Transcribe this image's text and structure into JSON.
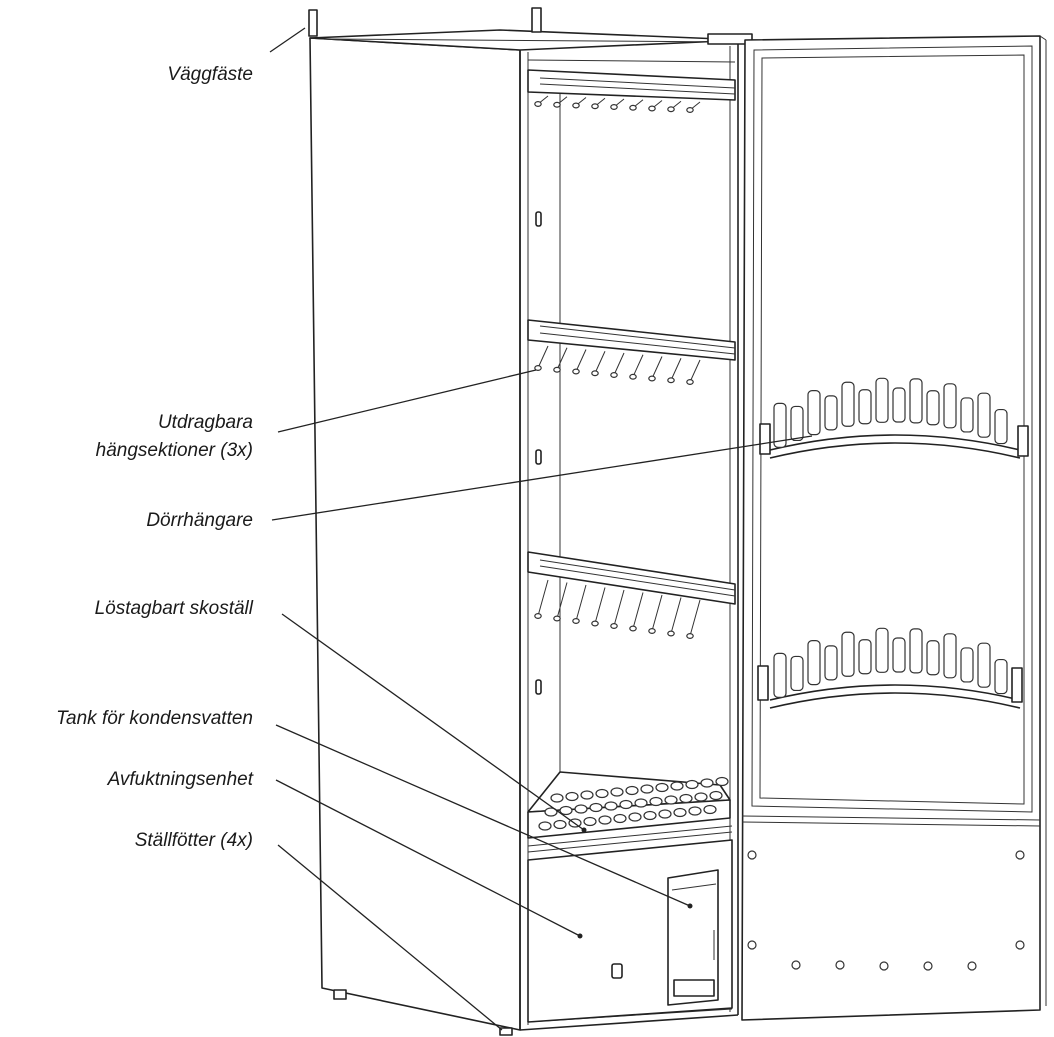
{
  "labels": {
    "wall_bracket": "Väggfäste",
    "hanging_sections_line1": "Utdragbara",
    "hanging_sections_line2": "hängsektioner (3x)",
    "door_hanger": "Dörrhängare",
    "shoe_rack": "Löstagbart skoställ",
    "condensate_tank": "Tank för kondensvatten",
    "dehumidifier": "Avfuktningsenhet",
    "feet": "Ställfötter (4x)"
  }
}
